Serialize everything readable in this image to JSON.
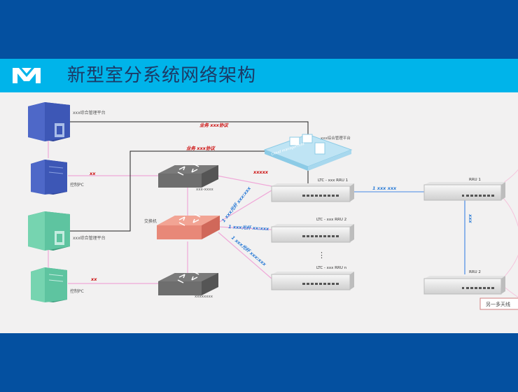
{
  "slide": {
    "title": "新型室分系统网络架构",
    "logo_icon": "m-logo-icon"
  },
  "colors": {
    "top_band": "#0450a0",
    "title_bar": "#00b4ea",
    "canvas": "#f2f1f1",
    "server_blue": "#3d57b6",
    "server_green": "#5ec4a0",
    "switch_core": "#e88878",
    "switch_gray": "#6e6e6e",
    "link_pink": "#f0a8d8",
    "link_blue": "#6a9ee8",
    "link_dark": "#202020",
    "label_red": "#cc1010"
  },
  "diagram": {
    "nodes": {
      "mgmt_platform_1": "xxx综合管理平台",
      "ctrl_pc_1": "控制PC",
      "mgmt_platform_2": "xxx综合管理平台",
      "ctrl_pc_2": "控制PC",
      "switch_top": "xxx-xxxx",
      "switch_core": "交换机",
      "switch_bottom": "xxxxxxxx",
      "cloud_platform": "xxx综合管理平台",
      "cloud_banner": "Cloud management",
      "ltc_1": "LTC - xxx RRU 1",
      "ltc_2": "LTC - xxx RRU 2",
      "ltc_n": "LTC - xxx RRU n",
      "rru_1": "RRU 1",
      "rru_2": "RRU 2",
      "partial_box": "另一多天线"
    },
    "edge_labels": {
      "top_link_1": "业务 xxx协议",
      "top_link_2": "业务 xxx协议",
      "pc1_link": "xx",
      "pc2_link": "xx",
      "cloud_link": "xxxxx",
      "fiber_1": "1 xxx光纤 xxx:xxx",
      "fiber_2": "1 xxx光纤 xx:xxx",
      "fiber_3": "1 xxx光纤 xxx:xxx",
      "rru_fiber_1": "1 xxx xxx",
      "rru_fiber_2": "xxx"
    },
    "ellipsis": "⋮"
  }
}
